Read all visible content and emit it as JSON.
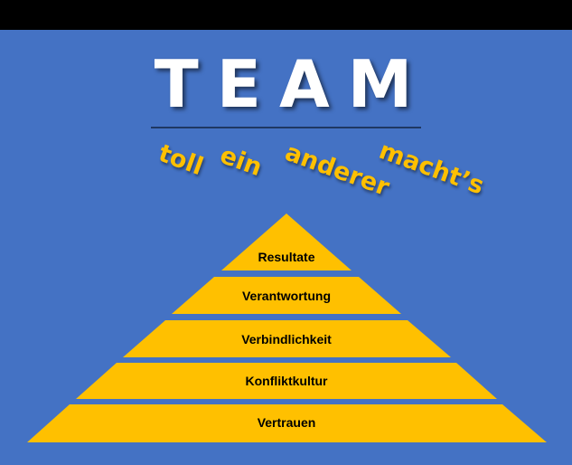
{
  "title": "TEAM",
  "acronym_words": [
    "toll",
    "ein",
    "anderer",
    "macht’s"
  ],
  "pyramid": {
    "tiers_top_to_bottom": [
      "Resultate",
      "Verantwortung",
      "Verbindlichkeit",
      "Konfliktkultur",
      "Vertrauen"
    ]
  },
  "colors": {
    "background": "#4472c4",
    "title": "#ffffff",
    "accent": "#ffc000",
    "tier_fill": "#ffc000",
    "rule": "#1f3864"
  }
}
